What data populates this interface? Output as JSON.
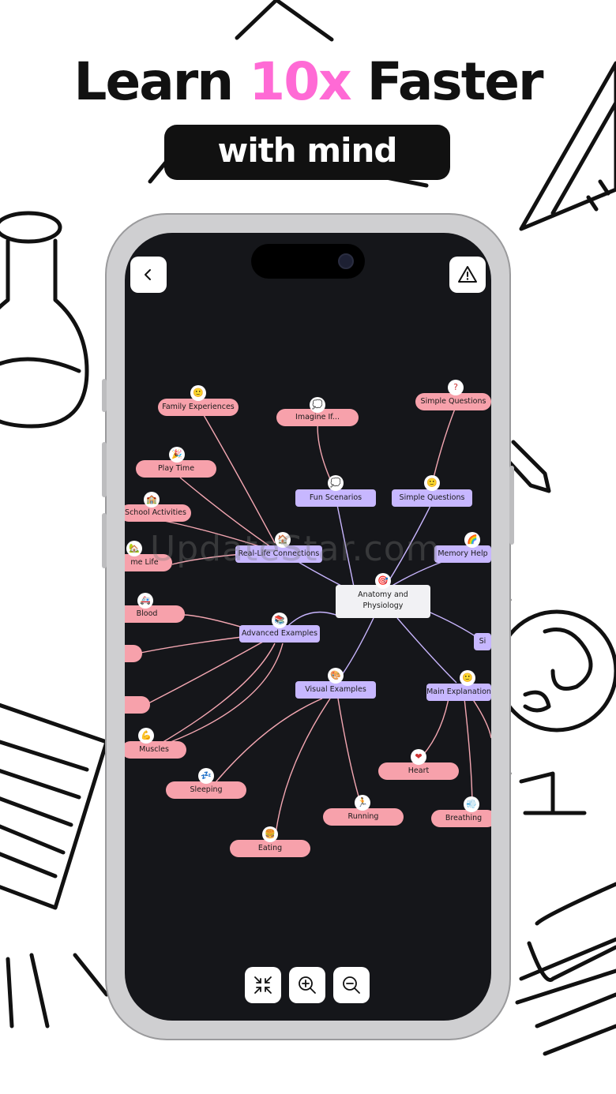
{
  "headline": {
    "part1": "Learn ",
    "accent": "10x",
    "part2": " Faster"
  },
  "subtitle": "with mind maps",
  "watermark": "UpdateStar.com",
  "colors": {
    "accent": "#ff6ad5",
    "node_pink": "#f7a1ab",
    "node_purple": "#c7b7ff",
    "screen_bg": "#15161a"
  },
  "toolbar": {
    "back_icon": "chevron-left-icon",
    "report_icon": "warning-icon"
  },
  "central": {
    "line1": "Anatomy and",
    "line2": "Physiology",
    "emoji": "🎯"
  },
  "branches": {
    "fun_scenarios": "Fun Scenarios",
    "simple_questions": "Simple Questions",
    "real_life": "Real-Life Connections",
    "memory_help": "Memory Help",
    "advanced_examples": "Advanced Examples",
    "visual_examples": "Visual Examples",
    "main_explanation": "Main Explanation",
    "si": "Si"
  },
  "leaves": {
    "family": "Family Experiences",
    "imagine": "Imagine If...",
    "simple_questions_top": "Simple Questions",
    "play_time": "Play Time",
    "school": "School Activities",
    "home_life": "me Life",
    "blood": "Blood",
    "muscles": "Muscles",
    "sleeping": "Sleeping",
    "eating": "Eating",
    "running": "Running",
    "heart": "Heart",
    "breathing": "Breathing"
  },
  "emojis": {
    "family": "🙂",
    "imagine": "💭",
    "simple_questions_top": "?",
    "simple_questions": "🙂",
    "play_time": "🎉",
    "school": "🏫",
    "fun": "💭",
    "real_life": "🏠",
    "memory": "🌈",
    "home": "🏡",
    "blood": "🚑",
    "advanced": "📚",
    "visual": "🎨",
    "main": "🙂",
    "muscles": "💪",
    "sleeping": "💤",
    "eating": "🍔",
    "running": "🏃",
    "heart": "❤",
    "breathing": "💨"
  },
  "zoom_controls": {
    "fit_icon": "collapse-icon",
    "zoom_in_icon": "zoom-in-icon",
    "zoom_out_icon": "zoom-out-icon"
  }
}
